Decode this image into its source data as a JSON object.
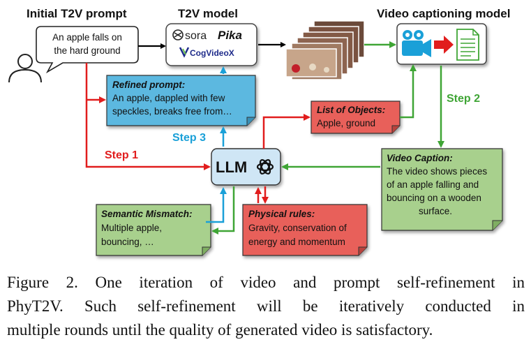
{
  "headings": {
    "initial_prompt": "Initial T2V prompt",
    "t2v_model": "T2V model",
    "captioning_model": "Video captioning model"
  },
  "speech_bubble": {
    "lines": [
      "An apple falls on",
      "the hard ground"
    ]
  },
  "models": {
    "sora": "sora",
    "pika": "Pika",
    "cogvideox": "CogVideoX"
  },
  "refined_prompt": {
    "title": "Refined prompt:",
    "lines": [
      "An apple, dappled with few",
      "speckles, breaks free from…"
    ]
  },
  "list_of_objects": {
    "title": "List of Objects:",
    "lines": [
      "Apple, ground"
    ]
  },
  "video_caption": {
    "title": "Video Caption:",
    "lines": [
      "The video shows pieces",
      "of an apple falling and",
      "bouncing on a wooden",
      "surface."
    ]
  },
  "semantic_mismatch": {
    "title": "Semantic Mismatch:",
    "lines": [
      "Multiple apple,",
      "bouncing, …"
    ]
  },
  "physical_rules": {
    "title": "Physical rules:",
    "lines": [
      "Gravity, conservation of",
      "energy and momentum"
    ]
  },
  "llm_label": "LLM",
  "steps": {
    "step1": "Step 1",
    "step2": "Step 2",
    "step3": "Step 3"
  },
  "colors": {
    "red": "#e11d1d",
    "blue": "#1aa0d8",
    "green": "#3fa535",
    "box_blue": "#5bb8e0",
    "box_red": "#e8605a",
    "box_green": "#a8d08d",
    "llm_fill": "#cfe6f5"
  },
  "caption": {
    "lines": [
      "Figure 2.  One iteration of video and prompt self-refinement in",
      "PhyT2V. Such self-refinement will be iteratively conducted in",
      "multiple rounds until the quality of generated video is satisfactory."
    ]
  }
}
